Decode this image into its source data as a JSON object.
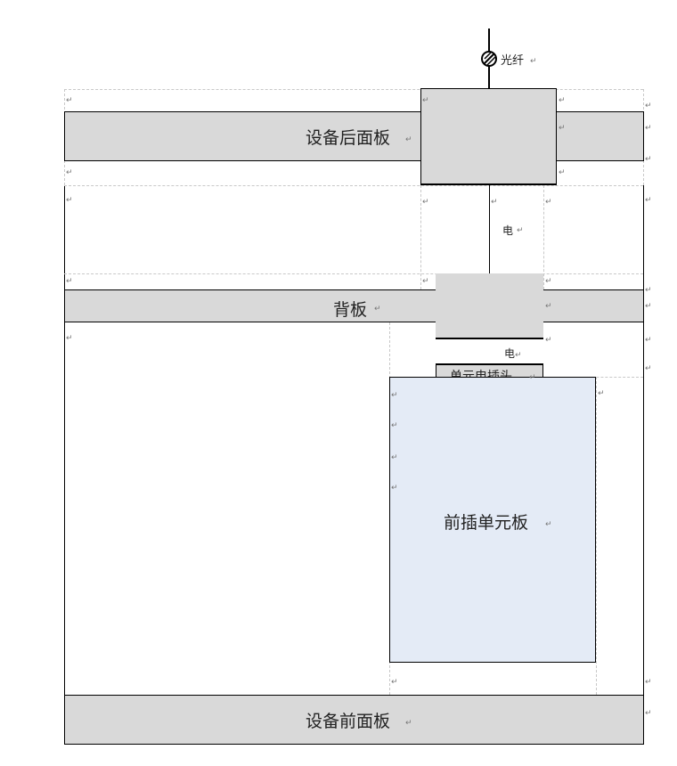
{
  "labels": {
    "fiber": "光纤",
    "rear_panel": "设备后面板",
    "power_top": "电",
    "backplane": "背板",
    "power_bottom": "电",
    "unit_plug": "单元电插头",
    "front_unit_board": "前插单元板",
    "front_panel": "设备前面板"
  },
  "paragraph_mark": "↵",
  "colors": {
    "panel_fill": "#d9d9d9",
    "unit_board_fill": "#e4ebf6",
    "line": "#000000",
    "guide": "#c8c8c8"
  }
}
